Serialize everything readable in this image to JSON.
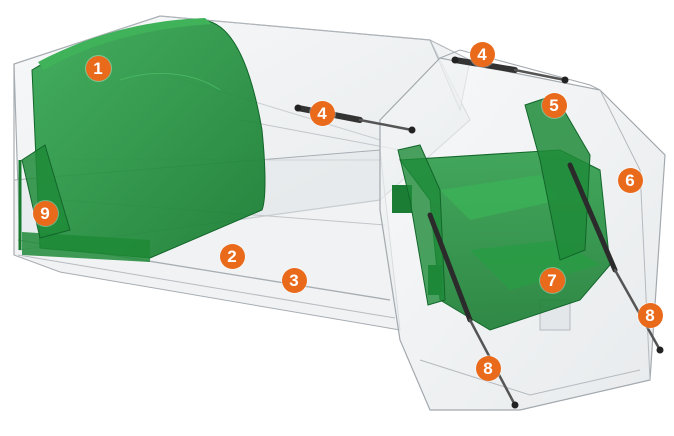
{
  "diagram": {
    "callouts": [
      {
        "id": "c1",
        "label": "1"
      },
      {
        "id": "c2",
        "label": "2"
      },
      {
        "id": "c3",
        "label": "3"
      },
      {
        "id": "c4a",
        "label": "4"
      },
      {
        "id": "c4b",
        "label": "4"
      },
      {
        "id": "c5",
        "label": "5"
      },
      {
        "id": "c6",
        "label": "6"
      },
      {
        "id": "c7",
        "label": "7"
      },
      {
        "id": "c8a",
        "label": "8"
      },
      {
        "id": "c8b",
        "label": "8"
      },
      {
        "id": "c9",
        "label": "9"
      }
    ]
  },
  "colors": {
    "callout_fill": "#ea6a1c",
    "hopper_green": "#1f8f3a",
    "body_outline": "#9aa0a5",
    "body_fill": "#e9ecee"
  }
}
